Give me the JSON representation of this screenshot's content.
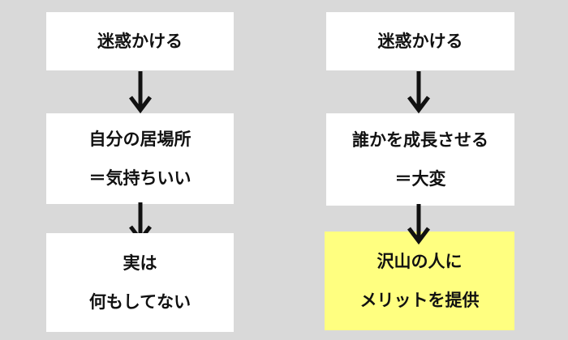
{
  "left_column": {
    "boxes": [
      {
        "lines": [
          "迷惑かける"
        ]
      },
      {
        "lines": [
          "自分の居場所",
          "＝気持ちいい"
        ]
      },
      {
        "lines": [
          "実は",
          "何もしてない"
        ]
      }
    ]
  },
  "right_column": {
    "boxes": [
      {
        "lines": [
          "迷惑かける"
        ]
      },
      {
        "lines": [
          "誰かを成長させる",
          "＝大変"
        ]
      },
      {
        "lines": [
          "沢山の人に",
          "メリットを提供"
        ]
      }
    ]
  },
  "colors": {
    "background": "#d9d9d9",
    "box": "#ffffff",
    "highlight": "#ffff80",
    "arrow": "#111111"
  }
}
